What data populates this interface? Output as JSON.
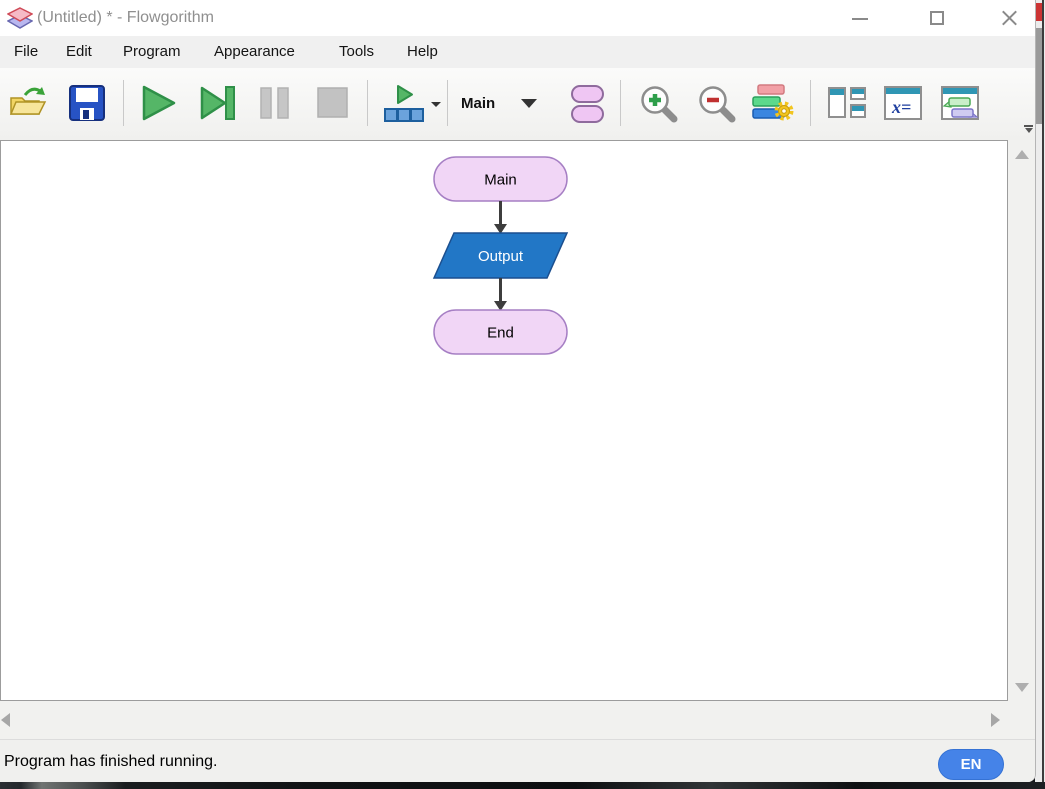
{
  "window": {
    "title": "(Untitled) * - Flowgorithm"
  },
  "menu": {
    "items": [
      "File",
      "Edit",
      "Program",
      "Appearance",
      "Tools",
      "Help"
    ]
  },
  "toolbar": {
    "function_selector": {
      "value": "Main"
    },
    "variable_watch_glyph": "x=",
    "icons": [
      "open-icon",
      "save-icon",
      "run-icon",
      "step-icon",
      "pause-icon",
      "stop-icon",
      "run-layout-icon",
      "function-shapes-icon",
      "zoom-in-icon",
      "zoom-out-icon",
      "chart-style-icon",
      "window-layout-icon",
      "variable-watch-icon",
      "console-icon"
    ]
  },
  "flowchart": {
    "nodes": [
      {
        "type": "terminal",
        "label": "Main"
      },
      {
        "type": "output",
        "label": "Output"
      },
      {
        "type": "terminal",
        "label": "End"
      }
    ],
    "edges": [
      {
        "from": "Main",
        "to": "Output"
      },
      {
        "from": "Output",
        "to": "End"
      }
    ]
  },
  "status": {
    "message": "Program has finished running.",
    "language_badge": "EN"
  },
  "colors": {
    "terminal_fill": "#f1d6f6",
    "terminal_border": "#a67fc4",
    "output_fill": "#2277c6",
    "output_border": "#1b4f8f",
    "arrow": "#3d3d3d",
    "badge_blue": "#4583e8",
    "icon_header_teal": "#2f96b4"
  }
}
